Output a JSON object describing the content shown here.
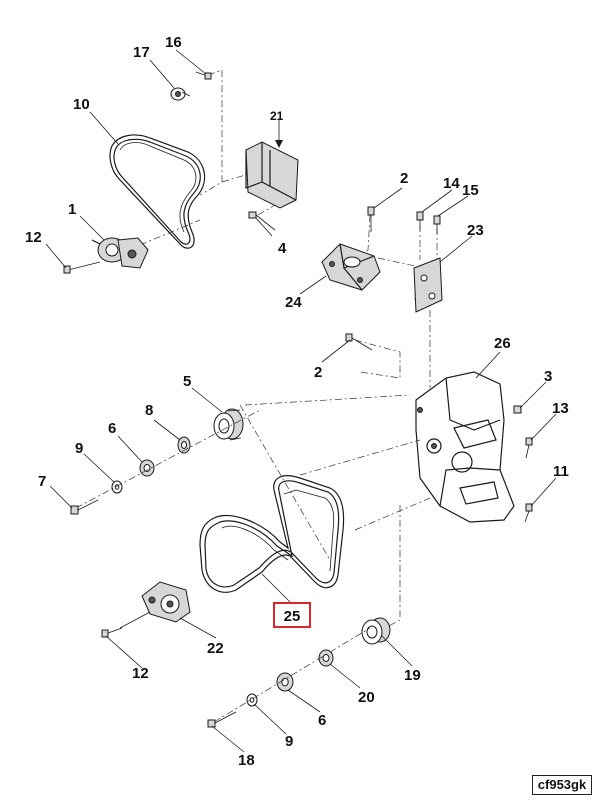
{
  "diagram": {
    "labels": {
      "l16": "16",
      "l17": "17",
      "l10": "10",
      "l21": "21",
      "l1": "1",
      "l12a": "12",
      "l4": "4",
      "l2a": "2",
      "l14": "14",
      "l15": "15",
      "l23": "23",
      "l24": "24",
      "l2b": "2",
      "l26": "26",
      "l3": "3",
      "l13": "13",
      "l5": "5",
      "l8": "8",
      "l6a": "6",
      "l9a": "9",
      "l7": "7",
      "l11": "11",
      "l25": "25",
      "l22": "22",
      "l12b": "12",
      "l19": "19",
      "l20": "20",
      "l6b": "6",
      "l9b": "9",
      "l18": "18"
    },
    "highlight_color": "#d8262a",
    "reference_code": "cf953gk"
  }
}
